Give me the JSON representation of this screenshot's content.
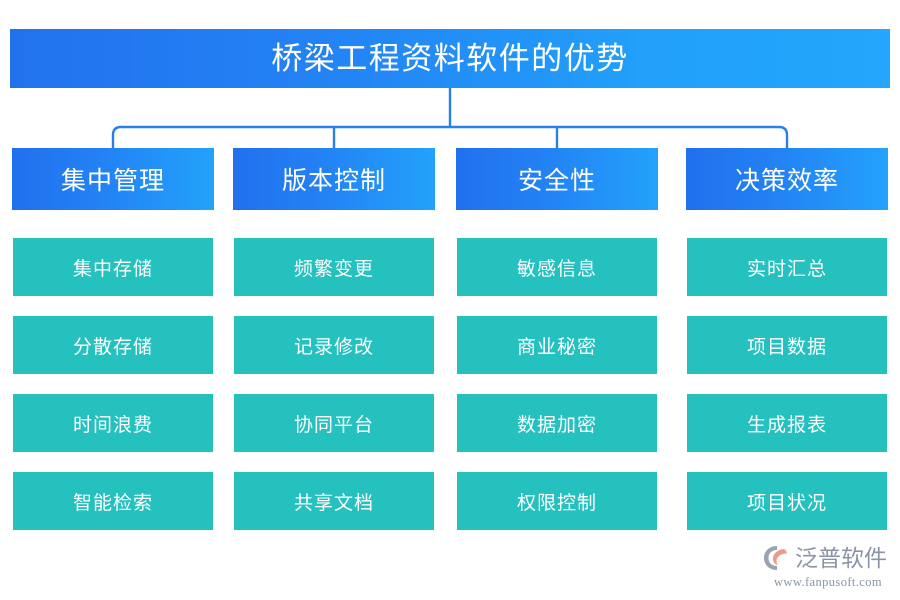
{
  "title": {
    "text": "桥梁工程资料软件的优势"
  },
  "colors": {
    "title_gradient_start": "#2272ee",
    "title_gradient_end": "#23a6fc",
    "category_gradient_start": "#2170ee",
    "category_gradient_end": "#23a2fb",
    "item_fill": "#25c1bf",
    "connector_line": "#2a7fe8",
    "logo_text": "#8a94a6",
    "logo_mark_gray": "#9aa3b2",
    "logo_mark_coral": "#ef9a86"
  },
  "columns": [
    {
      "category": "集中管理",
      "items": [
        "集中存储",
        "分散存储",
        "时间浪费",
        "智能检索"
      ]
    },
    {
      "category": "版本控制",
      "items": [
        "频繁变更",
        "记录修改",
        "协同平台",
        "共享文档"
      ]
    },
    {
      "category": "安全性",
      "items": [
        "敏感信息",
        "商业秘密",
        "数据加密",
        "权限控制"
      ]
    },
    {
      "category": "决策效率",
      "items": [
        "实时汇总",
        "项目数据",
        "生成报表",
        "项目状况"
      ]
    }
  ],
  "logo": {
    "name": "泛普软件",
    "url": "www.fanpusoft.com",
    "mark": "fanpu-logo-icon"
  }
}
